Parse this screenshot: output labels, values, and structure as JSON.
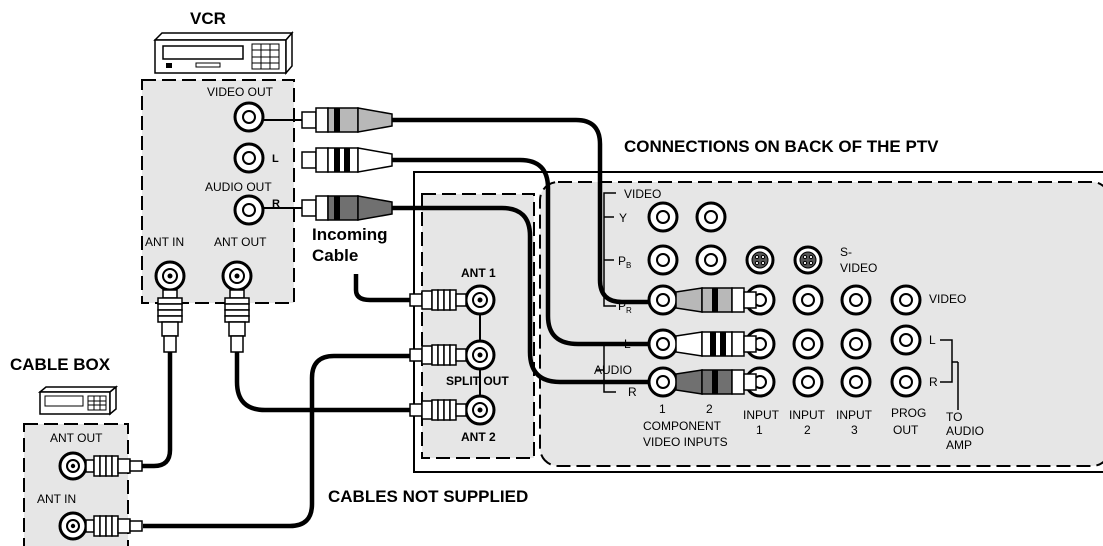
{
  "labels": {
    "vcr_title": "VCR",
    "cable_box_title": "CABLE BOX",
    "ptv_title": "CONNECTIONS ON BACK OF THE PTV",
    "cables_not_supplied": "CABLES NOT SUPPLIED",
    "incoming": "Incoming",
    "cable": "Cable"
  },
  "vcr_panel": {
    "video_out": "VIDEO OUT",
    "l": "L",
    "audio_out": "AUDIO OUT",
    "r": "R",
    "ant_in": "ANT IN",
    "ant_out": "ANT OUT"
  },
  "cable_box_panel": {
    "ant_out": "ANT OUT",
    "ant_in": "ANT IN"
  },
  "splitter": {
    "ant1": "ANT 1",
    "split_out": "SPLIT OUT",
    "ant2": "ANT 2"
  },
  "ptv_panel": {
    "video": "VIDEO",
    "y": "Y",
    "pb": "P",
    "pb_sub": "B",
    "pr": "P",
    "pr_sub": "R",
    "l": "L",
    "audio": "AUDIO",
    "r": "R",
    "svideo_line1": "S-",
    "svideo_line2": "VIDEO",
    "video_right": "VIDEO",
    "l_right": "L",
    "r_right": "R",
    "col1": "1",
    "col2": "2",
    "component": "COMPONENT",
    "video_inputs": "VIDEO INPUTS",
    "input": "INPUT",
    "input1_num": "1",
    "input2_num": "2",
    "input3_num": "3",
    "prog": "PROG",
    "out": "OUT",
    "to": "TO",
    "audio_amp1": "AUDIO",
    "audio_amp2": "AMP"
  },
  "colors": {
    "panel_fill": "#e6e6e6",
    "cable": "#000000",
    "plug_gray": "#b8b8b8",
    "plug_dark": "#707070"
  }
}
